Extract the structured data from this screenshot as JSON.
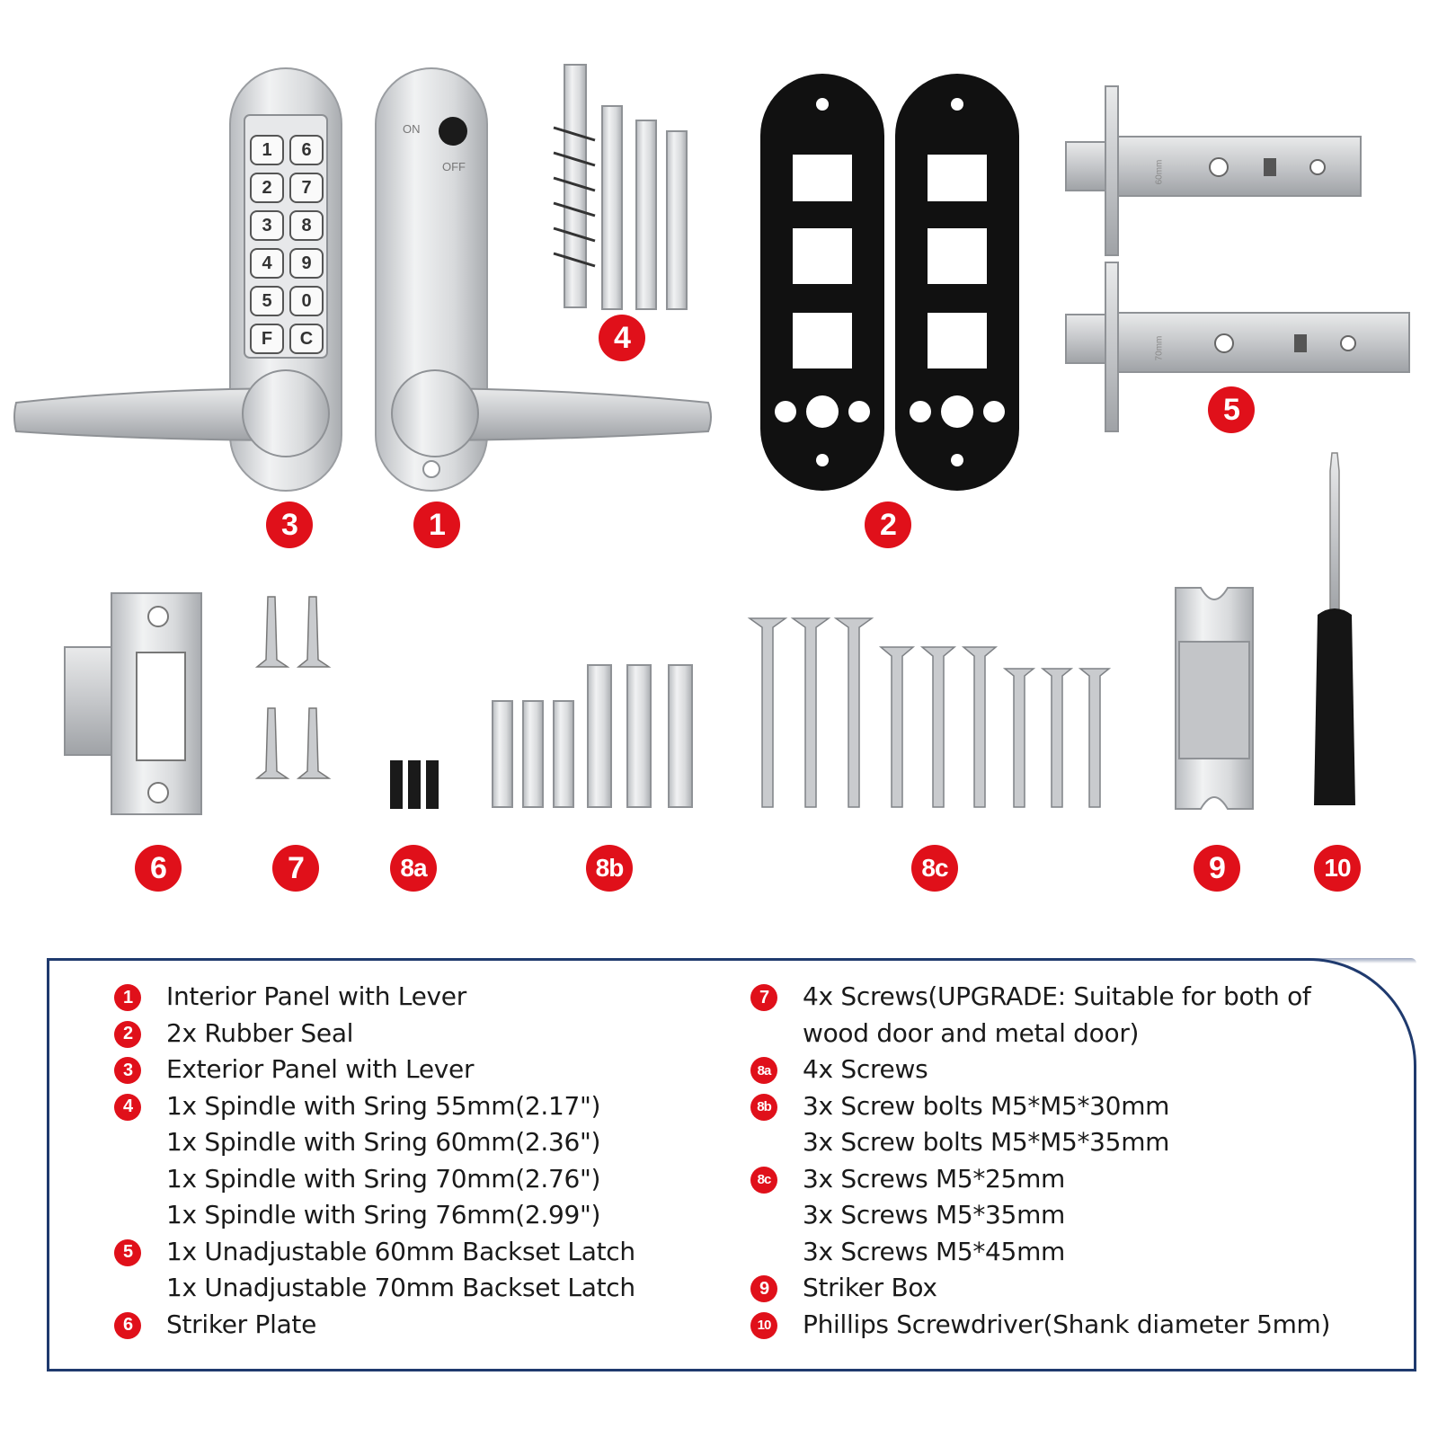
{
  "badges": [
    {
      "id": "3",
      "label": "3"
    },
    {
      "id": "1",
      "label": "1"
    },
    {
      "id": "4",
      "label": "4"
    },
    {
      "id": "2",
      "label": "2"
    },
    {
      "id": "5",
      "label": "5"
    },
    {
      "id": "6",
      "label": "6"
    },
    {
      "id": "7",
      "label": "7"
    },
    {
      "id": "8a",
      "label": "8a"
    },
    {
      "id": "8b",
      "label": "8b"
    },
    {
      "id": "8c",
      "label": "8c"
    },
    {
      "id": "9",
      "label": "9"
    },
    {
      "id": "10",
      "label": "10"
    }
  ],
  "keypad": {
    "keys": [
      "1",
      "6",
      "2",
      "7",
      "3",
      "8",
      "4",
      "9",
      "5",
      "0",
      "F",
      "C"
    ],
    "switch_on": "ON",
    "switch_off": "OFF"
  },
  "latch_labels": [
    "60mm",
    "70mm"
  ],
  "legend": {
    "left": [
      {
        "badge": "1",
        "lines": [
          "Interior Panel with Lever"
        ]
      },
      {
        "badge": "2",
        "lines": [
          "2x Rubber Seal"
        ]
      },
      {
        "badge": "3",
        "lines": [
          "Exterior Panel with Lever"
        ]
      },
      {
        "badge": "4",
        "lines": [
          "1x Spindle with Sring 55mm(2.17\")",
          "1x Spindle with Sring 60mm(2.36\")",
          "1x Spindle with Sring 70mm(2.76\")",
          "1x Spindle with Sring 76mm(2.99\")"
        ]
      },
      {
        "badge": "5",
        "lines": [
          "1x Unadjustable 60mm Backset Latch",
          "1x Unadjustable 70mm Backset Latch"
        ]
      },
      {
        "badge": "6",
        "lines": [
          "Striker Plate"
        ]
      }
    ],
    "right": [
      {
        "badge": "7",
        "lines": [
          "4x Screws(UPGRADE: Suitable for both of",
          "wood door and metal door)"
        ]
      },
      {
        "badge": "8a",
        "lines": [
          "4x Screws"
        ]
      },
      {
        "badge": "8b",
        "lines": [
          "3x Screw bolts M5*M5*30mm",
          "3x Screw bolts M5*M5*35mm"
        ]
      },
      {
        "badge": "8c",
        "lines": [
          "3x Screws M5*25mm",
          "3x Screws M5*35mm",
          "3x Screws M5*45mm"
        ]
      },
      {
        "badge": "9",
        "lines": [
          "Striker Box"
        ]
      },
      {
        "badge": "10",
        "lines": [
          "Phillips Screwdriver(Shank diameter  5mm)"
        ]
      }
    ]
  }
}
